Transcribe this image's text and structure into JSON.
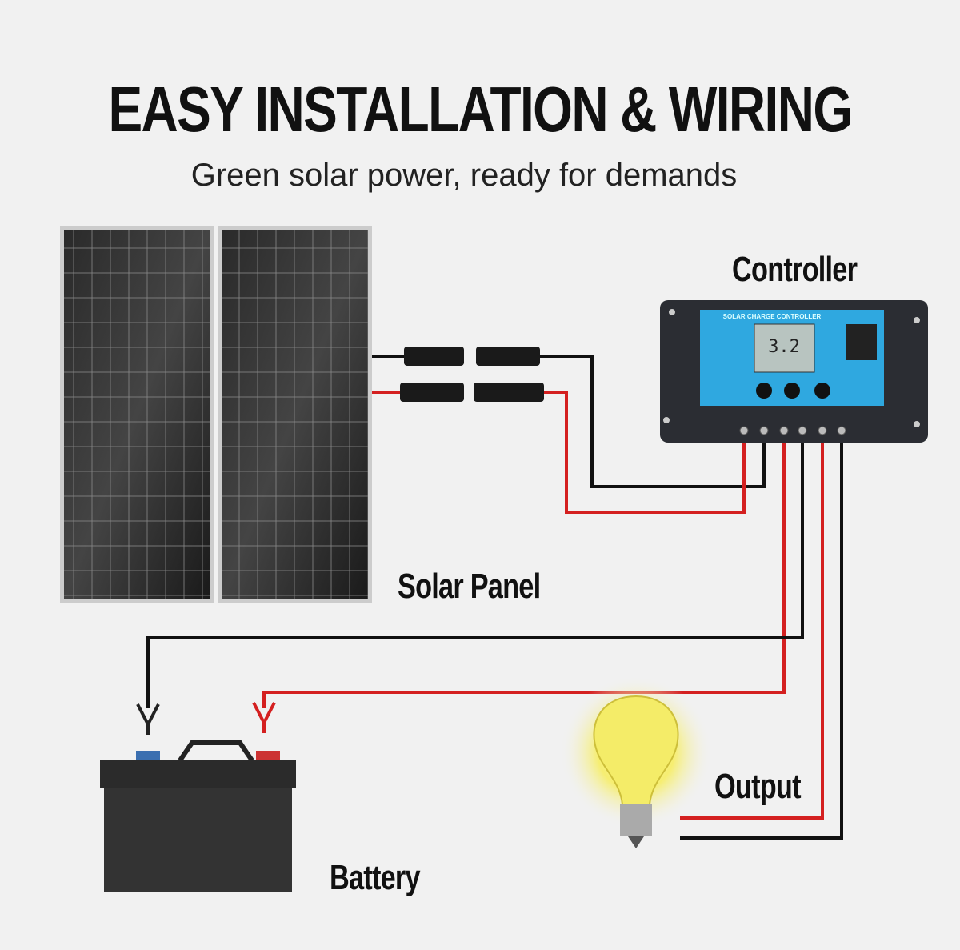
{
  "header": {
    "title": "EASY INSTALLATION & WIRING",
    "subtitle": "Green solar power, ready for demands"
  },
  "labels": {
    "controller": "Controller",
    "solar_panel": "Solar Panel",
    "battery": "Battery",
    "output": "Output"
  },
  "controller": {
    "brand_text": "SOLAR CHARGE CONTROLLER",
    "display_value": "3.2"
  },
  "colors": {
    "red_wire": "#d42020",
    "black_wire": "#111111",
    "controller_panel": "#2fa8e0",
    "bulb_glow": "#f7ef6a"
  }
}
